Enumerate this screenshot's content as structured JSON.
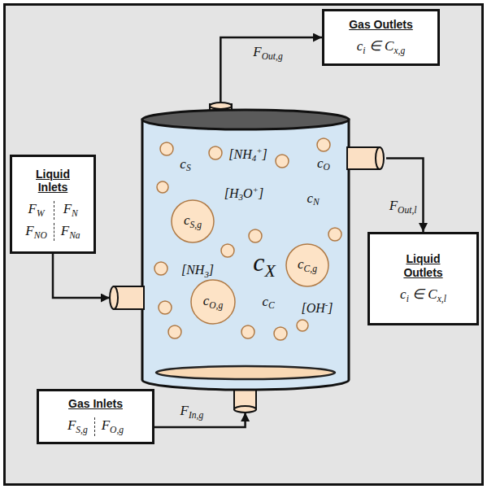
{
  "diagram": {
    "nodes": [
      {
        "text": [
          "Gas Outlets",
          "ci ∈ Cx,g"
        ]
      },
      {
        "text": [
          "Liquid Inlets",
          "FW",
          "FN",
          "FNO",
          "FNa"
        ]
      },
      {
        "text": [
          "cS",
          "[NH4+]",
          "cO",
          "[H3O+]",
          "cN",
          "[NH3]",
          "cX",
          "cC",
          "[OH-]"
        ]
      },
      {
        "text": [
          "cS,g"
        ],
        "in": 2
      },
      {
        "text": [
          "cC,g"
        ],
        "in": 2
      },
      {
        "text": [
          "cO,g"
        ],
        "in": 2
      },
      {
        "text": [
          "Liquid Outlets",
          "ci ∈ Cx,l"
        ]
      },
      {
        "text": [
          "Gas Inlets",
          "FS,g",
          "FO,g"
        ]
      }
    ],
    "edges": [
      {
        "from": 1,
        "to": 2,
        "arrow": "to"
      },
      {
        "from": 7,
        "to": 2,
        "label": "FIn,g",
        "arrow": "to"
      },
      {
        "from": 2,
        "to": 0,
        "label": "FOut,g",
        "arrow": "to"
      },
      {
        "from": 2,
        "to": 6,
        "label": "FOut,l",
        "arrow": "to"
      }
    ]
  }
}
